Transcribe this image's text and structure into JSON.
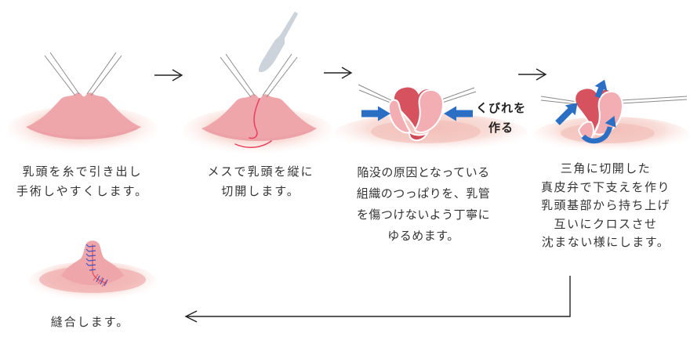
{
  "figure": {
    "background": "#ffffff",
    "colors": {
      "nipple_pink": "#efa6ab",
      "areola_pink": "#f7cec8",
      "petal_pink": "#f3aeb3",
      "inner_red": "#d6525e",
      "inner_red_deep": "#cf4a58",
      "incision_red": "#e8405c",
      "suture_red": "#e05566",
      "suture_blue": "#4753c0",
      "arrow_blue": "#2b6fc4",
      "scalpel_gray": "#ccd3da",
      "thread_gray": "#8a8a8a",
      "flow_arrow": "#222222",
      "text": "#333333"
    },
    "steps": [
      {
        "illustration": "nipple-pulled-out-with-threads",
        "caption_lines": [
          "乳頭を糸で引き出し",
          "手術しやすくします。"
        ]
      },
      {
        "illustration": "scalpel-vertical-incision",
        "caption_lines": [
          "メスで乳頭を縦に",
          "切開します。"
        ]
      },
      {
        "illustration": "loosening-tissue-inward-pressure",
        "annotation_lines": [
          "くびれを",
          "作る"
        ],
        "caption_lines": [
          "陥没の原因となっている",
          "組織のつっぱりを、乳管",
          "を傷つけないよう丁寧に",
          "ゆるめます。"
        ]
      },
      {
        "illustration": "dermal-flaps-lifted-and-crossed",
        "caption_lines": [
          "三角に切開した",
          "真皮弁で下支えを作り",
          "乳頭基部から持ち上げ",
          "互いにクロスさせ",
          "沈まない様にします。"
        ]
      },
      {
        "illustration": "sutured-nipple",
        "caption_lines": [
          "縫合します。"
        ]
      }
    ]
  }
}
